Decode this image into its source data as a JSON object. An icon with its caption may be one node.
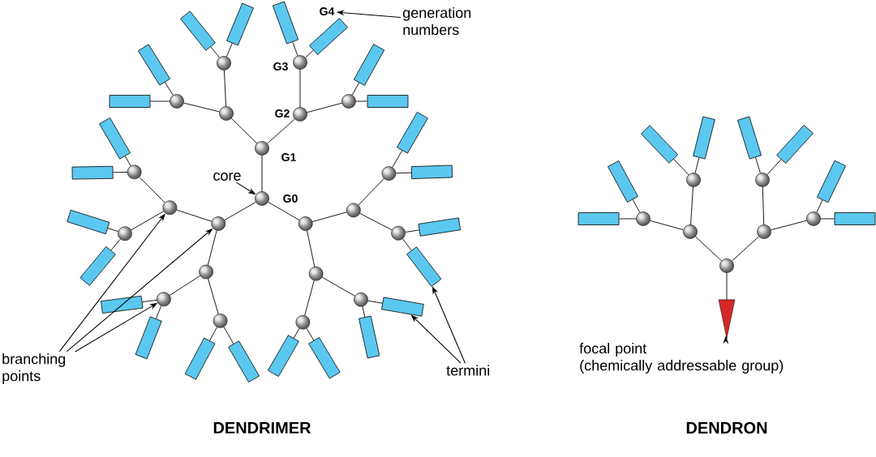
{
  "diagram": {
    "nodes": [
      {
        "text": [],
        "shape": "circle"
      },
      {
        "text": [],
        "shape": "circle"
      },
      {
        "text": [],
        "shape": "circle"
      },
      {
        "text": [],
        "shape": "circle"
      },
      {
        "text": [],
        "shape": "circle"
      },
      {
        "text": [],
        "shape": "circle"
      },
      {
        "text": [],
        "shape": "circle"
      },
      {
        "text": [],
        "shape": "circle"
      },
      {
        "text": [],
        "shape": "box"
      },
      {
        "text": [],
        "shape": "box"
      },
      {
        "text": [],
        "shape": "box"
      },
      {
        "text": [],
        "shape": "box"
      },
      {
        "text": [],
        "shape": "box"
      },
      {
        "text": [],
        "shape": "box"
      },
      {
        "text": [],
        "shape": "box"
      },
      {
        "text": [],
        "shape": "box"
      },
      {
        "text": [],
        "shape": "circle"
      },
      {
        "text": [],
        "shape": "circle"
      },
      {
        "text": [],
        "shape": "circle"
      },
      {
        "text": [],
        "shape": "circle"
      },
      {
        "text": [],
        "shape": "circle"
      },
      {
        "text": [],
        "shape": "circle"
      },
      {
        "text": [],
        "shape": "circle"
      },
      {
        "text": [],
        "shape": "box"
      },
      {
        "text": [],
        "shape": "box"
      },
      {
        "text": [],
        "shape": "box"
      },
      {
        "text": [],
        "shape": "box"
      },
      {
        "text": [],
        "shape": "box"
      },
      {
        "text": [],
        "shape": "box"
      },
      {
        "text": [],
        "shape": "box"
      },
      {
        "text": [],
        "shape": "box"
      },
      {
        "text": [],
        "shape": "circle"
      },
      {
        "text": [],
        "shape": "circle"
      },
      {
        "text": [],
        "shape": "circle"
      },
      {
        "text": [],
        "shape": "circle"
      },
      {
        "text": [],
        "shape": "circle"
      },
      {
        "text": [],
        "shape": "circle"
      },
      {
        "text": [],
        "shape": "circle"
      },
      {
        "text": [],
        "shape": "box"
      },
      {
        "text": [],
        "shape": "box"
      },
      {
        "text": [],
        "shape": "box"
      },
      {
        "text": [],
        "shape": "box"
      },
      {
        "text": [],
        "shape": "box"
      },
      {
        "text": [],
        "shape": "box"
      },
      {
        "text": [],
        "shape": "box"
      },
      {
        "text": [],
        "shape": "box"
      },
      {
        "text": [],
        "shape": "circle"
      },
      {
        "text": [],
        "shape": "circle"
      },
      {
        "text": [],
        "shape": "circle"
      },
      {
        "text": [],
        "shape": "circle"
      },
      {
        "text": [],
        "shape": "circle"
      },
      {
        "text": [],
        "shape": "circle"
      },
      {
        "text": [],
        "shape": "circle"
      },
      {
        "text": [],
        "shape": "box"
      },
      {
        "text": [],
        "shape": "box"
      },
      {
        "text": [],
        "shape": "box"
      },
      {
        "text": [],
        "shape": "box"
      },
      {
        "text": [],
        "shape": "box"
      },
      {
        "text": [],
        "shape": "box"
      },
      {
        "text": [],
        "shape": "box"
      },
      {
        "text": [],
        "shape": "box"
      },
      {
        "text": [],
        "shape": "triangle"
      },
      {
        "text": [
          "core"
        ]
      },
      {
        "text": [
          "G4"
        ]
      },
      {
        "text": [
          "generation numbers"
        ]
      },
      {
        "text": [
          "branching points"
        ]
      },
      {
        "text": [
          "termini"
        ]
      },
      {
        "text": [
          "focal point",
          "(chemically addressable group)"
        ]
      }
    ],
    "edges": [
      {
        "from": 0,
        "to": 1,
        "arrow": "none"
      },
      {
        "from": 1,
        "to": 2,
        "arrow": "none"
      },
      {
        "from": 1,
        "to": 3,
        "arrow": "none"
      },
      {
        "from": 2,
        "to": 4,
        "arrow": "none"
      },
      {
        "from": 2,
        "to": 5,
        "arrow": "none"
      },
      {
        "from": 3,
        "to": 6,
        "arrow": "none"
      },
      {
        "from": 3,
        "to": 7,
        "arrow": "none"
      },
      {
        "from": 4,
        "to": 8,
        "arrow": "none"
      },
      {
        "from": 4,
        "to": 9,
        "arrow": "none"
      },
      {
        "from": 5,
        "to": 10,
        "arrow": "none"
      },
      {
        "from": 5,
        "to": 11,
        "arrow": "none"
      },
      {
        "from": 6,
        "to": 12,
        "arrow": "none"
      },
      {
        "from": 6,
        "to": 13,
        "arrow": "none"
      },
      {
        "from": 7,
        "to": 14,
        "arrow": "none"
      },
      {
        "from": 7,
        "to": 15,
        "arrow": "none"
      },
      {
        "from": 0,
        "to": 16,
        "arrow": "none"
      },
      {
        "from": 16,
        "to": 17,
        "arrow": "none"
      },
      {
        "from": 16,
        "to": 18,
        "arrow": "none"
      },
      {
        "from": 17,
        "to": 19,
        "arrow": "none"
      },
      {
        "from": 17,
        "to": 20,
        "arrow": "none"
      },
      {
        "from": 18,
        "to": 21,
        "arrow": "none"
      },
      {
        "from": 18,
        "to": 22,
        "arrow": "none"
      },
      {
        "from": 19,
        "to": 23,
        "arrow": "none"
      },
      {
        "from": 19,
        "to": 24,
        "arrow": "none"
      },
      {
        "from": 20,
        "to": 25,
        "arrow": "none"
      },
      {
        "from": 20,
        "to": 26,
        "arrow": "none"
      },
      {
        "from": 21,
        "to": 27,
        "arrow": "none"
      },
      {
        "from": 21,
        "to": 28,
        "arrow": "none"
      },
      {
        "from": 22,
        "to": 29,
        "arrow": "none"
      },
      {
        "from": 22,
        "to": 30,
        "arrow": "none"
      },
      {
        "from": 0,
        "to": 31,
        "arrow": "none"
      },
      {
        "from": 31,
        "to": 32,
        "arrow": "none"
      },
      {
        "from": 31,
        "to": 33,
        "arrow": "none"
      },
      {
        "from": 32,
        "to": 34,
        "arrow": "none"
      },
      {
        "from": 32,
        "to": 35,
        "arrow": "none"
      },
      {
        "from": 33,
        "to": 36,
        "arrow": "none"
      },
      {
        "from": 33,
        "to": 37,
        "arrow": "none"
      },
      {
        "from": 34,
        "to": 38,
        "arrow": "none"
      },
      {
        "from": 34,
        "to": 39,
        "arrow": "none"
      },
      {
        "from": 35,
        "to": 40,
        "arrow": "none"
      },
      {
        "from": 35,
        "to": 41,
        "arrow": "none"
      },
      {
        "from": 36,
        "to": 42,
        "arrow": "none"
      },
      {
        "from": 36,
        "to": 43,
        "arrow": "none"
      },
      {
        "from": 37,
        "to": 44,
        "arrow": "none"
      },
      {
        "from": 37,
        "to": 45,
        "arrow": "none"
      },
      {
        "from": 46,
        "to": 61,
        "arrow": "none"
      },
      {
        "from": 46,
        "to": 47,
        "arrow": "none"
      },
      {
        "from": 46,
        "to": 48,
        "arrow": "none"
      },
      {
        "from": 47,
        "to": 49,
        "arrow": "none"
      },
      {
        "from": 47,
        "to": 50,
        "arrow": "none"
      },
      {
        "from": 48,
        "to": 51,
        "arrow": "none"
      },
      {
        "from": 48,
        "to": 52,
        "arrow": "none"
      },
      {
        "from": 49,
        "to": 53,
        "arrow": "none"
      },
      {
        "from": 49,
        "to": 54,
        "arrow": "none"
      },
      {
        "from": 50,
        "to": 55,
        "arrow": "none"
      },
      {
        "from": 50,
        "to": 56,
        "arrow": "none"
      },
      {
        "from": 51,
        "to": 57,
        "arrow": "none"
      },
      {
        "from": 51,
        "to": 58,
        "arrow": "none"
      },
      {
        "from": 52,
        "to": 59,
        "arrow": "none"
      },
      {
        "from": 52,
        "to": 60,
        "arrow": "none"
      },
      {
        "from": 62,
        "to": 0,
        "arrow": "to"
      },
      {
        "from": 64,
        "to": 63,
        "arrow": "to"
      },
      {
        "from": 65,
        "to": 33,
        "arrow": "to"
      },
      {
        "from": 65,
        "to": 31,
        "arrow": "to"
      },
      {
        "from": 65,
        "to": 35,
        "arrow": "to"
      },
      {
        "from": 66,
        "to": 27,
        "arrow": "to"
      },
      {
        "from": 66,
        "to": 26,
        "arrow": "to"
      },
      {
        "from": 67,
        "to": 61,
        "arrow": "to"
      }
    ],
    "labels": [
      "G3",
      "G2",
      "G1",
      "G0",
      "DENDRIMER",
      "DENDRON"
    ]
  }
}
